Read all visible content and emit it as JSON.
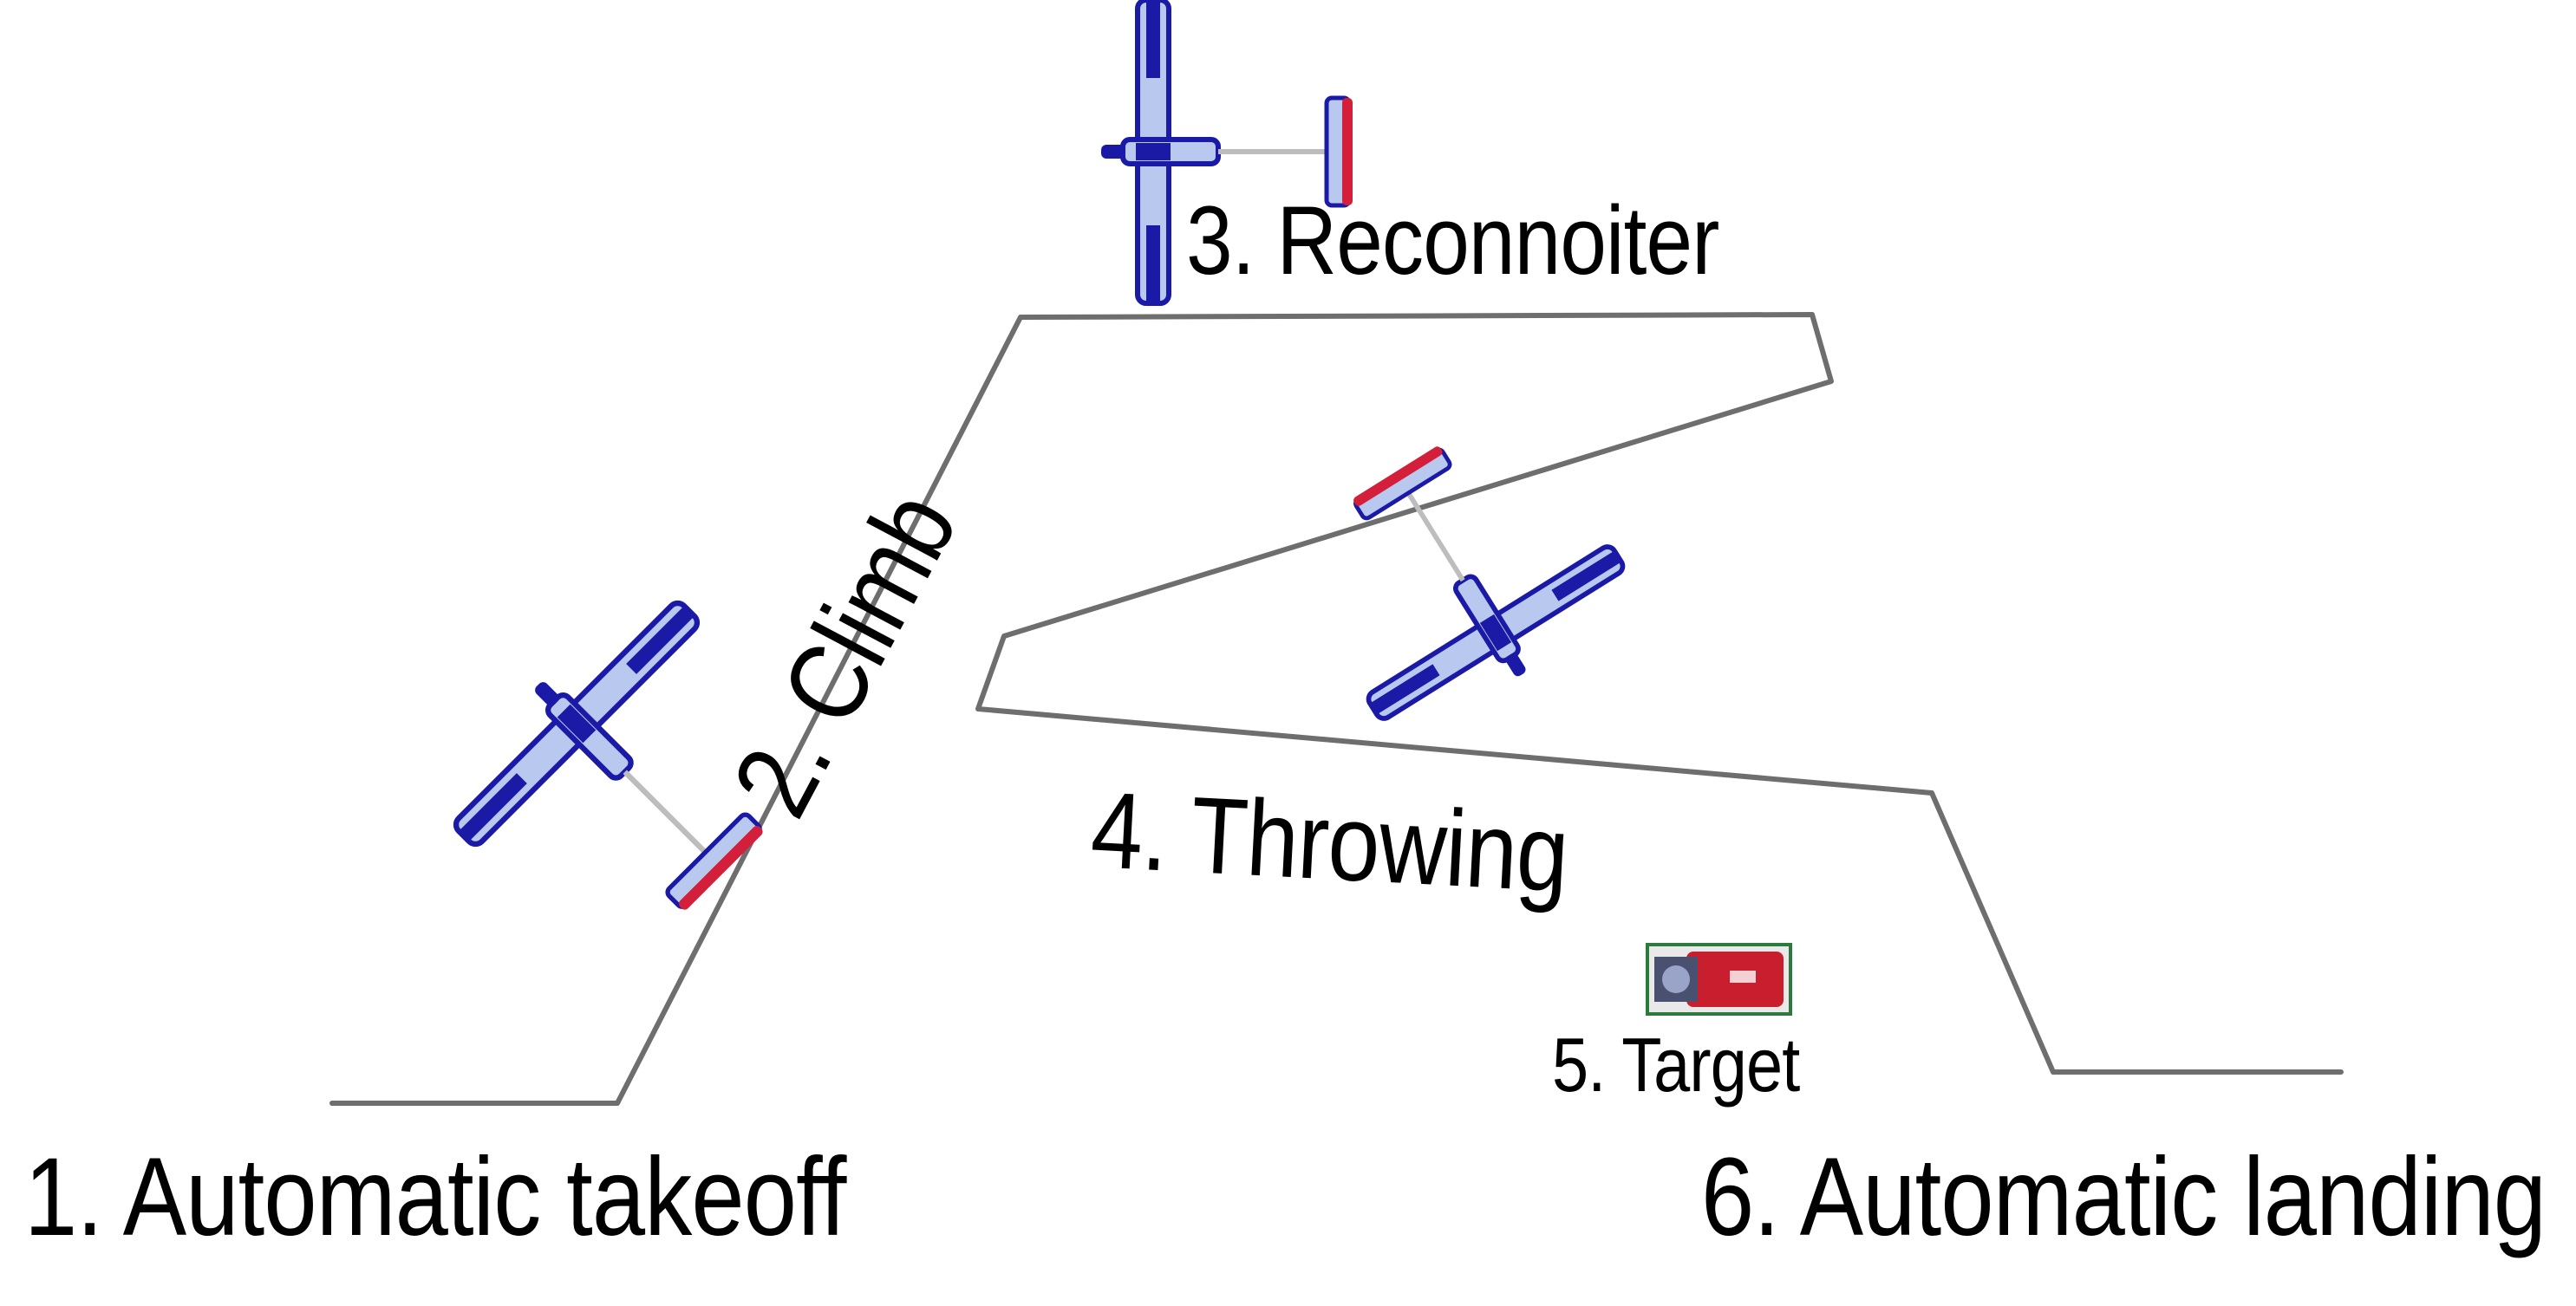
{
  "labels": {
    "takeoff": "1. Automatic takeoff",
    "climb": "2. Climb",
    "reconnoiter": "3. Reconnoiter",
    "throwing": "4. Throwing",
    "target": "5. Target",
    "landing": "6. Automatic landing"
  },
  "colors": {
    "path": "#6e6e6e",
    "fuselage": "#1a1aa6",
    "wing_fill": "#b9c8ee",
    "tail_accent": "#d41f3a",
    "target_red": "#c81e2e",
    "target_green": "#2c7a3e"
  },
  "icons": [
    "airplane-icon",
    "target-icon"
  ]
}
